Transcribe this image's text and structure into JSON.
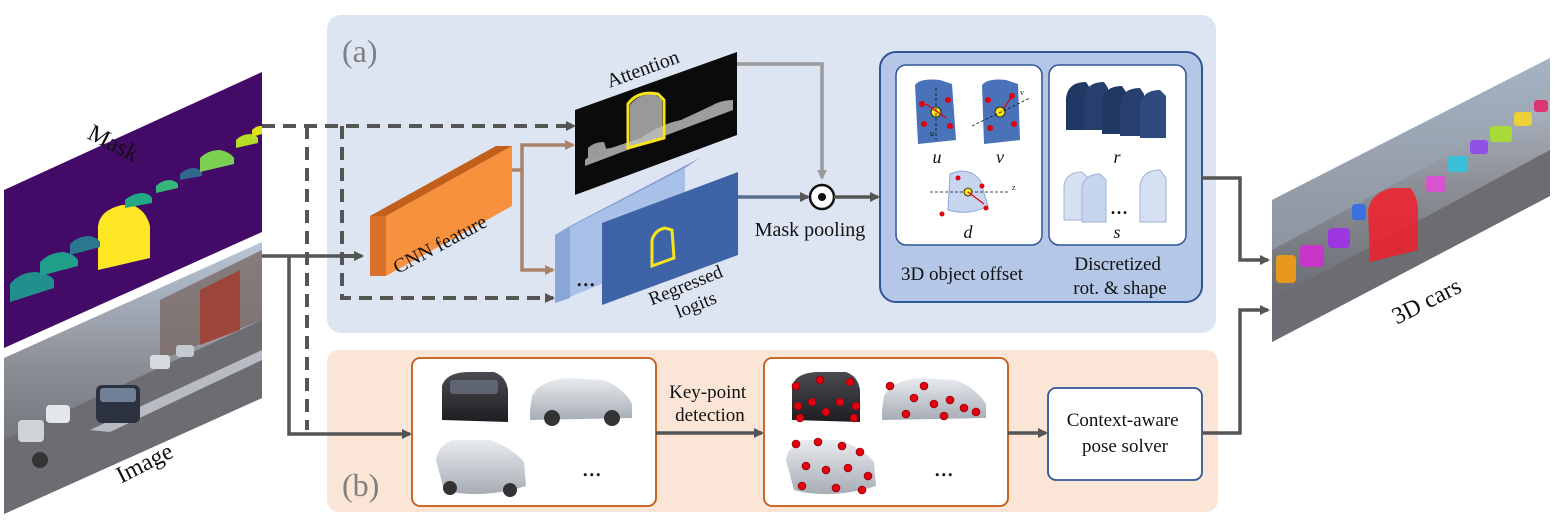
{
  "panels": {
    "a_label": "(a)",
    "b_label": "(b)"
  },
  "inputs": {
    "mask_label": "Mask",
    "image_label": "Image"
  },
  "branch_a": {
    "attention_label": "Attention",
    "cnn_feature_label": "CNN feature",
    "regressed_logits_line1": "Regressed",
    "regressed_logits_line2": "logits",
    "logits_ellipsis": "...",
    "mask_pooling_label": "Mask pooling",
    "offset_box": {
      "caption": "3D object offset",
      "var_u": "u",
      "var_v": "v",
      "var_d": "d",
      "axis_u": "u",
      "axis_v": "v",
      "axis_z": "z"
    },
    "shape_box": {
      "caption_line1": "Discretized",
      "caption_line2": "rot. & shape",
      "var_r": "r",
      "var_s": "s",
      "ellipsis": "..."
    }
  },
  "branch_b": {
    "keypoint_line1": "Key-point",
    "keypoint_line2": "detection",
    "crops_ellipsis": "...",
    "keypoints_ellipsis": "...",
    "solver_line1": "Context-aware",
    "solver_line2": "pose solver"
  },
  "output": {
    "label": "3D cars"
  },
  "colors": {
    "panel_a_bg": "#dde4f2",
    "panel_b_bg": "#fbe5d6",
    "cnn_feature": "#f7913d",
    "logits_front": "#3e63a6",
    "logits_back": "#a9c1e8",
    "mask_bg": "#440a68",
    "mask_car": "#fde725",
    "keypoint": "#e00010",
    "arrow_dark": "#555555",
    "arrow_brown": "#a9826a",
    "arrow_gray": "#9a9a9a"
  }
}
